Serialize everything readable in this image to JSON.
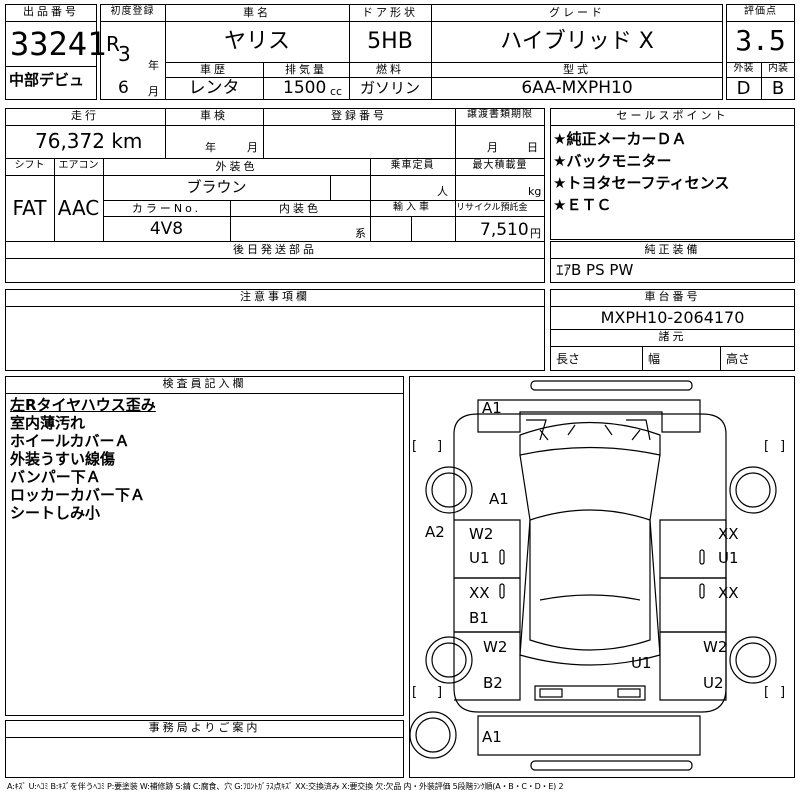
{
  "header": {
    "lot_label": "出品番号",
    "lot_number": "33241",
    "debut_label": "中部デビュ",
    "reg_label": "初度登録",
    "reg_era": "R",
    "reg_year": "3",
    "year_unit": "年",
    "reg_month": "6",
    "month_unit": "月",
    "name_label": "車名",
    "name": "ヤリス",
    "door_label": "ドア形状",
    "door": "5HB",
    "grade_label": "グレード",
    "grade": "ハイブリッド X",
    "score_label": "評価点",
    "score": "3.5",
    "ext_label": "外装",
    "ext_grade": "D",
    "int_label": "内装",
    "int_grade": "B",
    "history_label": "車歴",
    "history": "レンタ",
    "displacement_label": "排気量",
    "displacement": "1500",
    "cc_unit": "cc",
    "fuel_label": "燃料",
    "fuel": "ガソリン",
    "model_label": "型式",
    "model": "6AA-MXPH10"
  },
  "info": {
    "mileage_label": "走行",
    "mileage": "76,372 km",
    "inspection_label": "車検",
    "inspection_year_unit": "年",
    "inspection_month_unit": "月",
    "plate_label": "登録番号",
    "transfer_label": "譲渡書類期限",
    "transfer_month_unit": "月",
    "transfer_day_unit": "日",
    "shift_label": "シフト",
    "shift": "FAT",
    "ac_label": "エアコン",
    "ac": "AAC",
    "ext_color_label": "外装色",
    "ext_color": "ブラウン",
    "capacity_label": "乗車定員",
    "capacity_unit": "人",
    "load_label": "最大積載量",
    "load_unit": "kg",
    "color_no_label": "カラーNo.",
    "color_no": "4V8",
    "int_color_label": "内装色",
    "int_color_unit": "系",
    "import_label": "輸入車",
    "recycle_label": "リサイクル預託金",
    "recycle": "7,510",
    "recycle_unit": "円",
    "later_parts_label": "後日発送部品",
    "notes_label": "注意事項欄"
  },
  "sales_points": {
    "label": "セールスポイント",
    "items": [
      "★純正メーカーＤＡ",
      "★バックモニター",
      "★トヨタセーフティセンス",
      "★ＥＴＣ"
    ]
  },
  "equipment": {
    "label": "純正装備",
    "value": "ｴｱB PS PW"
  },
  "chassis": {
    "label": "車台番号",
    "value": "MXPH10-2064170",
    "spec_label": "諸元",
    "length_label": "長さ",
    "width_label": "幅",
    "height_label": "高さ"
  },
  "inspector": {
    "label": "検査員記入欄",
    "lines": [
      "左Rタイヤハウス歪み",
      "室内薄汚れ",
      "ホイールカバーＡ",
      "外装うすい線傷",
      "バンパー下Ａ",
      "ロッカーカバー下Ａ",
      "シートしみ小"
    ]
  },
  "office": {
    "label": "事務局よりご案内"
  },
  "diagram_marks": {
    "front_bumper": "A1",
    "hood": "A1",
    "left_fender": "A2",
    "left_front_door_1": "W2",
    "left_front_door_2": "U1",
    "right_front_door_1": "XX",
    "right_front_door_2": "U1",
    "left_rear_door_1": "XX",
    "left_rear_door_2": "B1",
    "right_rear_door": "XX",
    "left_quarter_1": "W2",
    "left_quarter_2": "B2",
    "right_quarter_1": "W2",
    "right_quarter_2": "U2",
    "trunk": "U1",
    "rear_bumper": "A1",
    "bracket_open": "[",
    "bracket_close": "]",
    "zero": "0"
  },
  "legend": "A:ｷｽﾞ U:ﾍｺﾐ B:ｷｽﾞを伴うﾍｺﾐ P:要塗装 W:補修跡 S:錆 C:腐食、穴 G:ﾌﾛﾝﾄｶﾞﾗｽ点ｷｽﾞ XX:交換済み X:要交換 欠:欠品 内・外装評価 5段階ﾗﾝｸ順(A・B・C・D・E) 2"
}
